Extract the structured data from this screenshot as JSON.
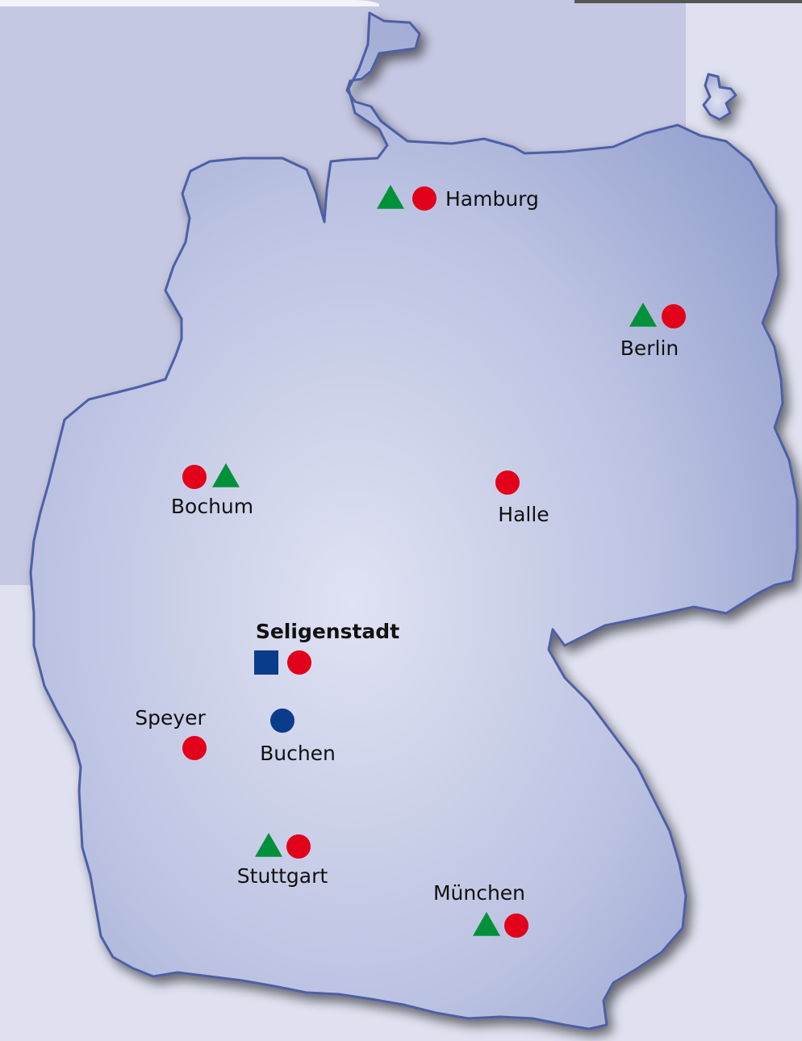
{
  "colors": {
    "background": "#dfe1f0",
    "backdrop_panel": "#c5c8e2",
    "land_light": "#dfe2f2",
    "land_dark": "#8e9bcb",
    "border": "#4e5fa6",
    "marker_red": "#e2001a",
    "marker_green": "#00913a",
    "marker_blue": "#0b3c8c"
  },
  "marker_types": {
    "circle_red": {
      "shape": "circle",
      "color": "#e2001a"
    },
    "triangle_green": {
      "shape": "triangle",
      "color": "#00913a"
    },
    "square_blue": {
      "shape": "square",
      "color": "#0b3c8c"
    },
    "circle_blue": {
      "shape": "circle",
      "color": "#0b3c8c"
    }
  },
  "map": {
    "region": "Germany",
    "locations": [
      {
        "id": "hamburg",
        "name": "Hamburg",
        "bold": false,
        "markers": [
          "triangle_green",
          "circle_red"
        ]
      },
      {
        "id": "berlin",
        "name": "Berlin",
        "bold": false,
        "markers": [
          "triangle_green",
          "circle_red"
        ]
      },
      {
        "id": "bochum",
        "name": "Bochum",
        "bold": false,
        "markers": [
          "circle_red",
          "triangle_green"
        ]
      },
      {
        "id": "halle",
        "name": "Halle",
        "bold": false,
        "markers": [
          "circle_red"
        ]
      },
      {
        "id": "seligenstadt",
        "name": "Seligenstadt",
        "bold": true,
        "markers": [
          "square_blue",
          "circle_red"
        ]
      },
      {
        "id": "speyer",
        "name": "Speyer",
        "bold": false,
        "markers": [
          "circle_red"
        ]
      },
      {
        "id": "buchen",
        "name": "Buchen",
        "bold": false,
        "markers": [
          "circle_blue"
        ]
      },
      {
        "id": "stuttgart",
        "name": "Stuttgart",
        "bold": false,
        "markers": [
          "triangle_green",
          "circle_red"
        ]
      },
      {
        "id": "muenchen",
        "name": "München",
        "bold": false,
        "markers": [
          "triangle_green",
          "circle_red"
        ]
      }
    ]
  }
}
